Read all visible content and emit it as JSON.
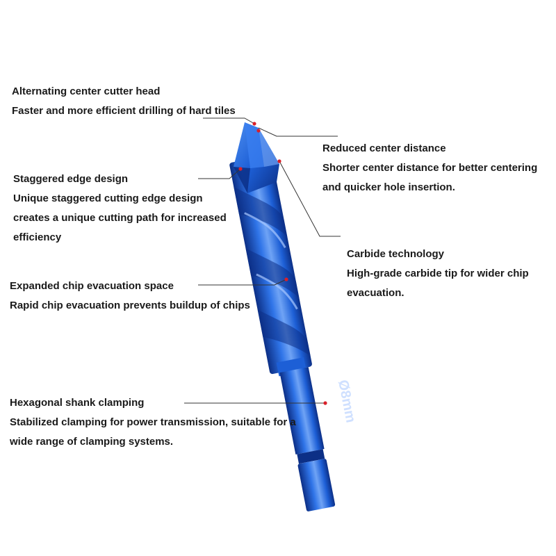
{
  "callouts": {
    "center_cutter": {
      "title": "Alternating center cutter head",
      "desc": "Faster and more efficient drilling of hard tiles"
    },
    "staggered_edge": {
      "title": "Staggered edge design",
      "desc_line1": "Unique staggered cutting edge design",
      "desc_line2": "creates a unique cutting path for increased",
      "desc_line3": "efficiency"
    },
    "chip_space": {
      "title": "Expanded chip evacuation space",
      "desc": "Rapid chip evacuation prevents buildup of chips"
    },
    "hex_shank": {
      "title": "Hexagonal shank clamping",
      "desc_line1": "Stabilized clamping for power transmission, suitable for a",
      "desc_line2": "wide range of clamping systems."
    },
    "center_distance": {
      "title": "Reduced center distance",
      "desc_line1": "Shorter center distance for better centering",
      "desc_line2": "and quicker hole insertion."
    },
    "carbide": {
      "title": "Carbide technology",
      "desc_line1": "High-grade carbide tip for wider chip",
      "desc_line2": "evacuation."
    }
  },
  "drill_bit": {
    "size_label": "Ø8mm",
    "color_primary": "#1d5fd6",
    "color_dark": "#0c2f86",
    "color_light": "#6fa3f5"
  },
  "colors": {
    "text": "#1a1a1a",
    "leader_line": "#333333",
    "marker": "#d9202a"
  }
}
